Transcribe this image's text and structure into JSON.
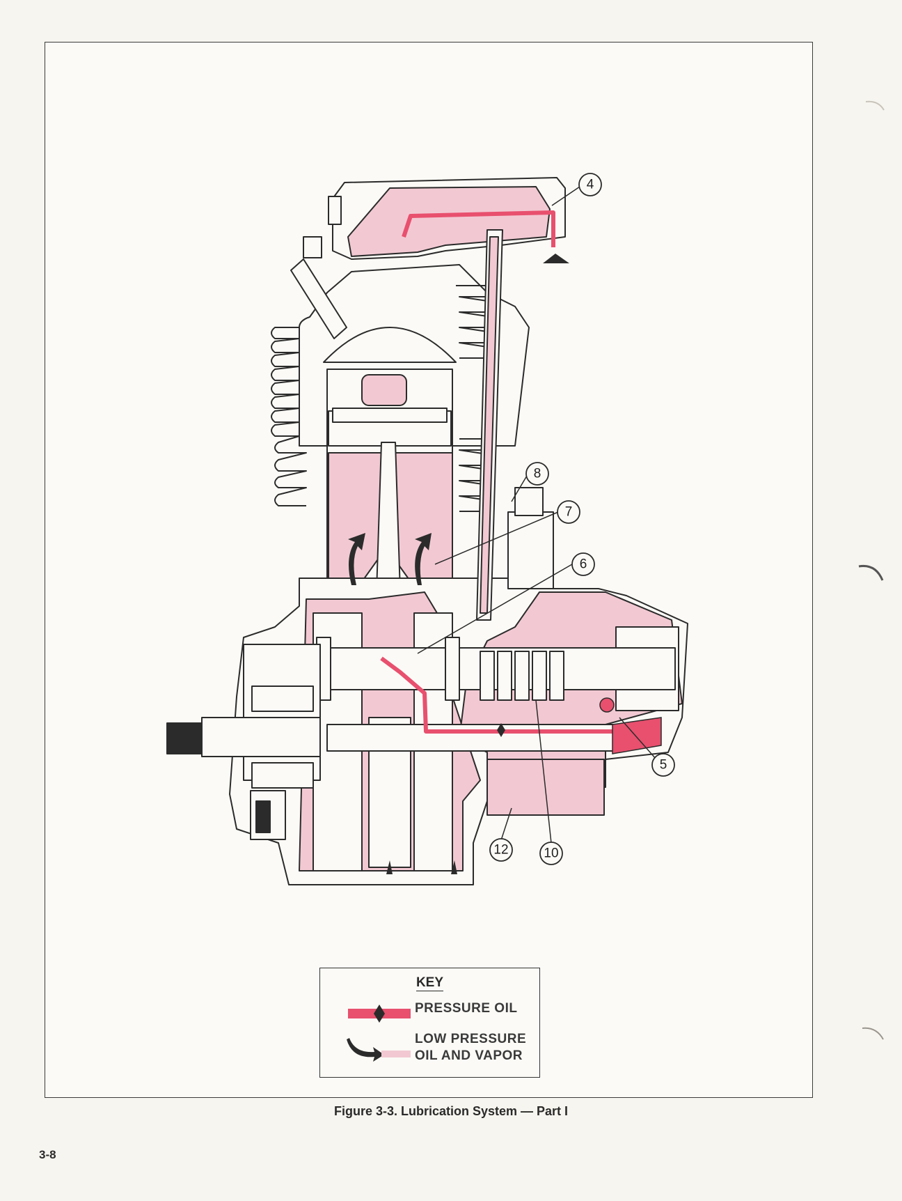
{
  "diagram": {
    "callouts": [
      "4",
      "8",
      "7",
      "6",
      "5",
      "12",
      "10"
    ]
  },
  "key": {
    "title": "KEY",
    "pressure_oil": "PRESSURE OIL",
    "low_pressure_line1": "LOW PRESSURE",
    "low_pressure_line2": "OIL AND VAPOR"
  },
  "caption": "Figure 3-3. Lubrication System — Part I",
  "page_number": "3-8",
  "colors": {
    "pressure_oil": "#e8506e",
    "low_pressure_oil": "#f2c9d3",
    "line": "#2b2b2b",
    "paper": "#fbfaf6"
  }
}
